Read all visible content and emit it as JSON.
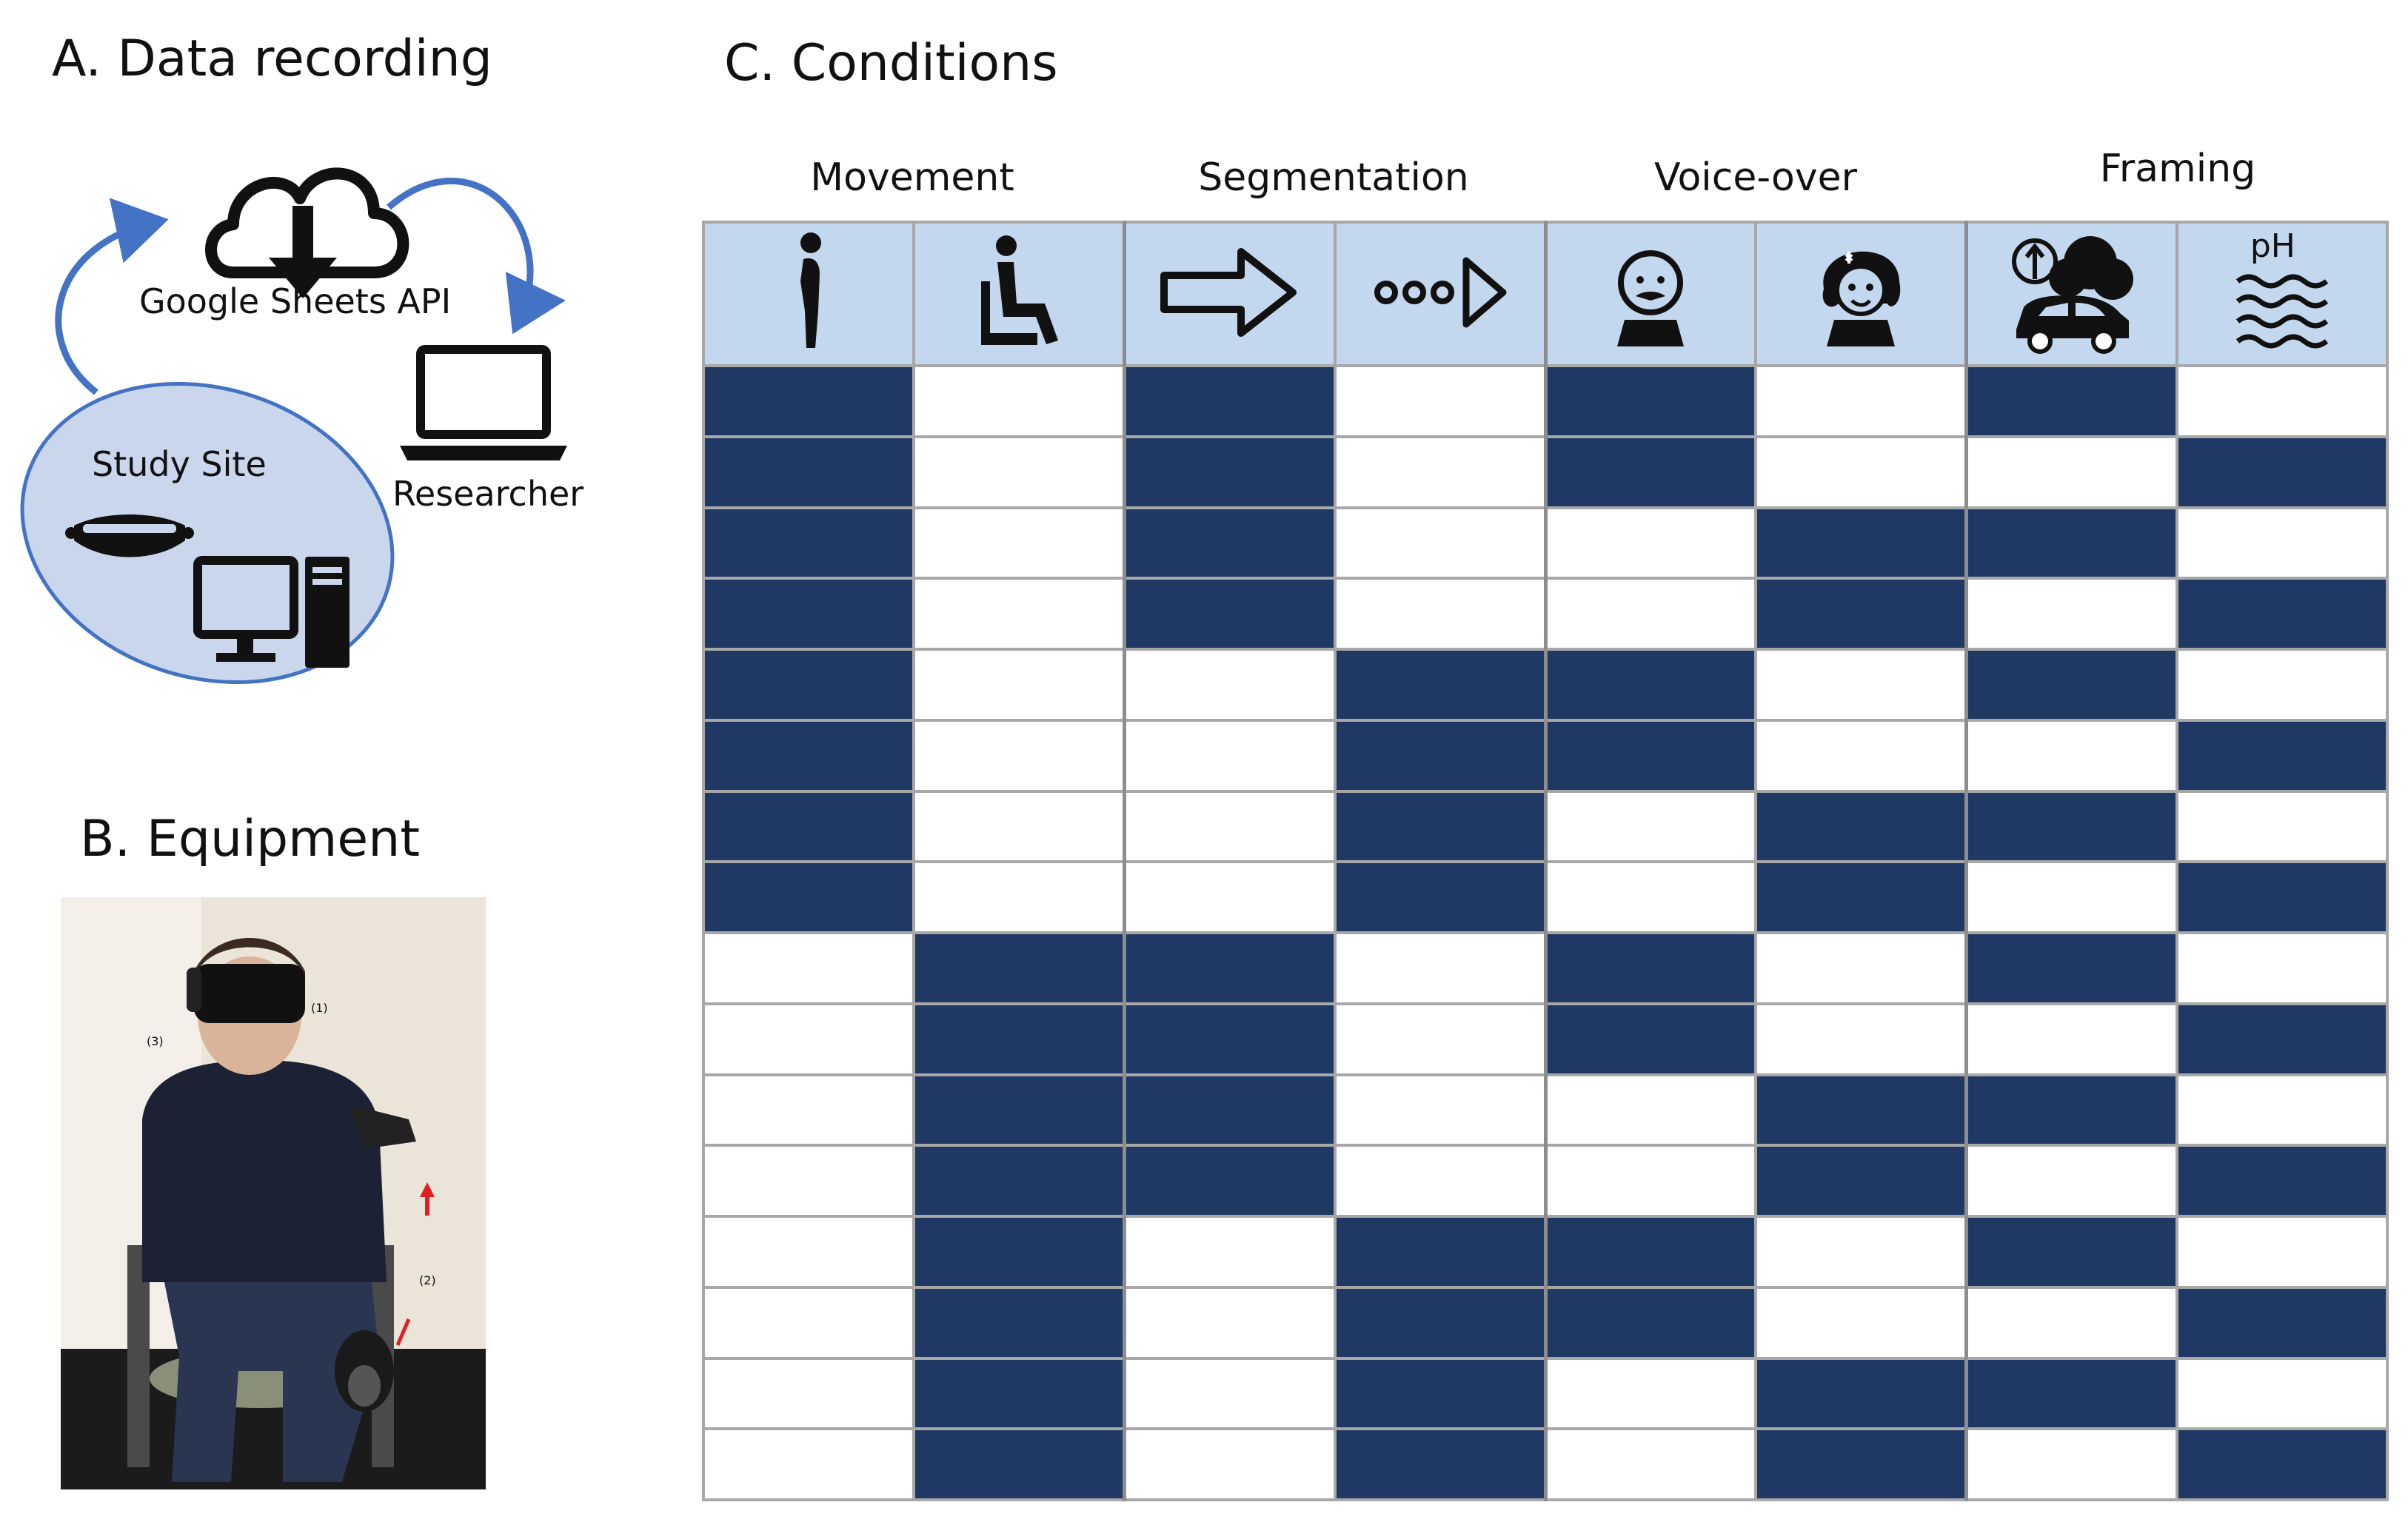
{
  "sections": {
    "a_title": "A. Data recording",
    "b_title": "B. Equipment",
    "c_title": "C. Conditions"
  },
  "recording": {
    "api_label": "Google Sheets API",
    "researcher_label": "Researcher",
    "site_label": "Study Site"
  },
  "equipment": {
    "callout_1": "(1)",
    "callout_2": "(2)",
    "callout_3": "(3)"
  },
  "conditions": {
    "groups": [
      "Movement",
      "Segmentation",
      "Voice-over",
      "Framing"
    ],
    "column_icons": [
      "standing-person-icon",
      "seated-person-icon",
      "single-arrow-icon",
      "segmented-arrow-icon",
      "male-narrator-icon",
      "female-narrator-icon",
      "car-emissions-icon",
      "ocean-ph-icon"
    ],
    "ph_label": "pH",
    "colors": {
      "filled": "#1f3864",
      "header": "#c3d7ee",
      "empty": "#ffffff"
    },
    "rows": [
      [
        1,
        0,
        1,
        0,
        1,
        0,
        1,
        0
      ],
      [
        1,
        0,
        1,
        0,
        1,
        0,
        0,
        1
      ],
      [
        1,
        0,
        1,
        0,
        0,
        1,
        1,
        0
      ],
      [
        1,
        0,
        1,
        0,
        0,
        1,
        0,
        1
      ],
      [
        1,
        0,
        0,
        1,
        1,
        0,
        1,
        0
      ],
      [
        1,
        0,
        0,
        1,
        1,
        0,
        0,
        1
      ],
      [
        1,
        0,
        0,
        1,
        0,
        1,
        1,
        0
      ],
      [
        1,
        0,
        0,
        1,
        0,
        1,
        0,
        1
      ],
      [
        0,
        1,
        1,
        0,
        1,
        0,
        1,
        0
      ],
      [
        0,
        1,
        1,
        0,
        1,
        0,
        0,
        1
      ],
      [
        0,
        1,
        1,
        0,
        0,
        1,
        1,
        0
      ],
      [
        0,
        1,
        1,
        0,
        0,
        1,
        0,
        1
      ],
      [
        0,
        1,
        0,
        1,
        1,
        0,
        1,
        0
      ],
      [
        0,
        1,
        0,
        1,
        1,
        0,
        0,
        1
      ],
      [
        0,
        1,
        0,
        1,
        0,
        1,
        1,
        0
      ],
      [
        0,
        1,
        0,
        1,
        0,
        1,
        0,
        1
      ]
    ]
  }
}
